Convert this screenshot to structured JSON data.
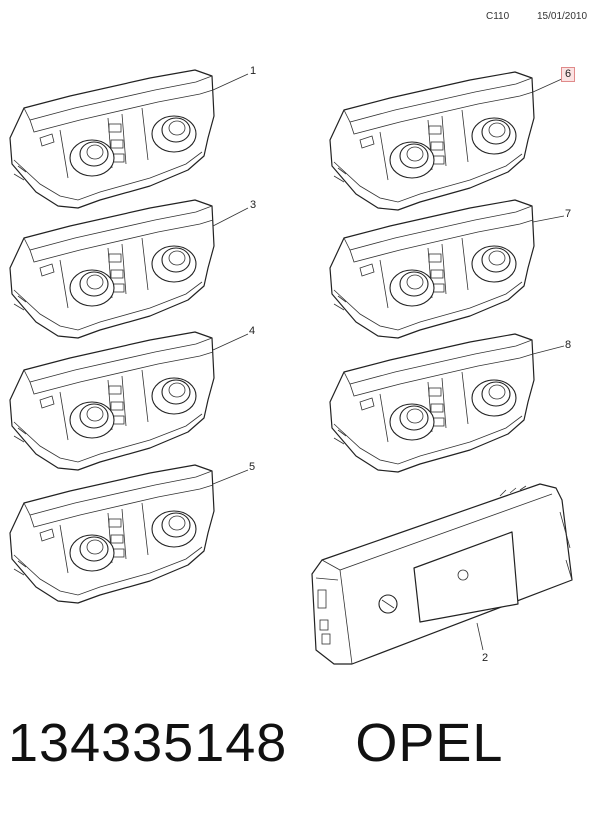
{
  "header": {
    "code": "C110",
    "date": "15/01/2010"
  },
  "callouts": [
    {
      "number": "1",
      "highlighted": false
    },
    {
      "number": "2",
      "highlighted": false
    },
    {
      "number": "3",
      "highlighted": false
    },
    {
      "number": "4",
      "highlighted": false
    },
    {
      "number": "5",
      "highlighted": false
    },
    {
      "number": "6",
      "highlighted": true
    },
    {
      "number": "7",
      "highlighted": false
    },
    {
      "number": "8",
      "highlighted": false
    }
  ],
  "footer": {
    "part_number": "134335148",
    "brand": "OPEL"
  },
  "colors": {
    "highlight_fill": "#fbe3e3",
    "highlight_border": "#e08a8a",
    "line": "#222222"
  }
}
